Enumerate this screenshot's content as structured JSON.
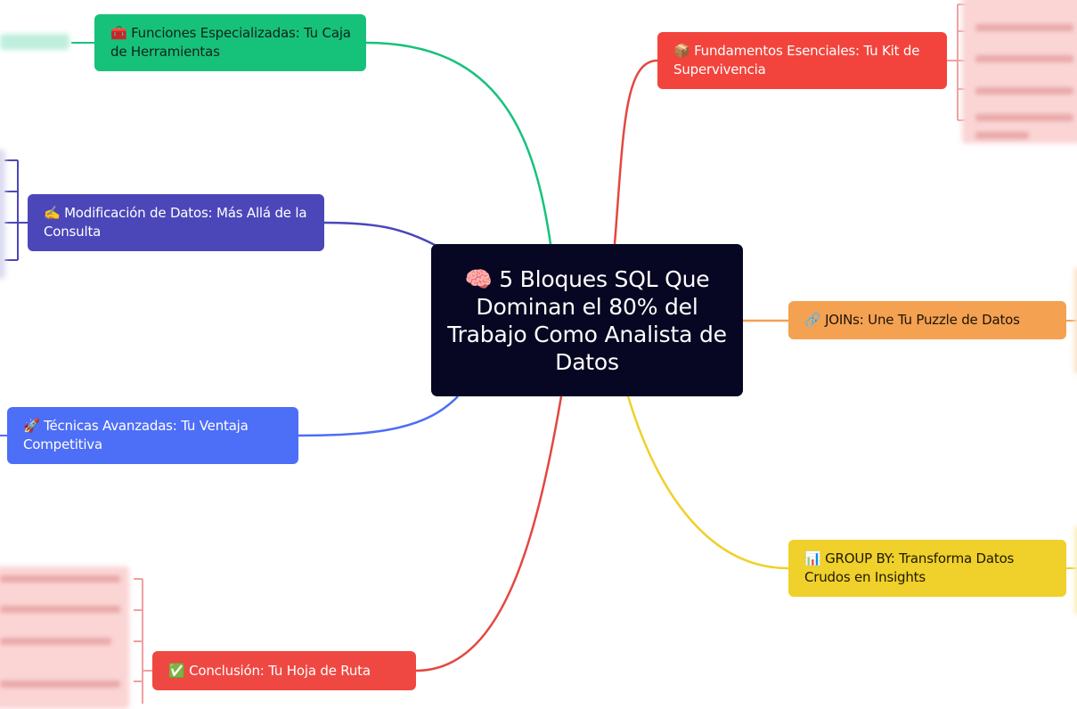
{
  "center": {
    "icon": "🧠",
    "title": "5 Bloques SQL Que Dominan el 80% del Trabajo Como Analista de Datos",
    "color": "#070723"
  },
  "branches": [
    {
      "id": "funciones",
      "icon": "🧰",
      "label": "Funciones Especializadas: Tu Caja de Herramientas",
      "color": "#16c27a"
    },
    {
      "id": "modificacion",
      "icon": "✍️",
      "label": "Modificación de Datos: Más Allá de la Consulta",
      "color": "#4b47b9"
    },
    {
      "id": "tecnicas",
      "icon": "🚀",
      "label": "Técnicas Avanzadas: Tu Ventaja Competitiva",
      "color": "#4d6ef6"
    },
    {
      "id": "conclusion",
      "icon": "✅",
      "label": "Conclusión: Tu Hoja de Ruta",
      "color": "#ef4842"
    },
    {
      "id": "fundamentos",
      "icon": "📦",
      "label": "Fundamentos Esenciales: Tu Kit de Supervivencia",
      "color": "#f2443c"
    },
    {
      "id": "joins",
      "icon": "🔗",
      "label": "JOINs: Une Tu Puzzle de Datos",
      "color": "#f4a152"
    },
    {
      "id": "groupby",
      "icon": "📊",
      "label": "GROUP BY: Transforma Datos Crudos en Insights",
      "color": "#f0d02a"
    }
  ]
}
